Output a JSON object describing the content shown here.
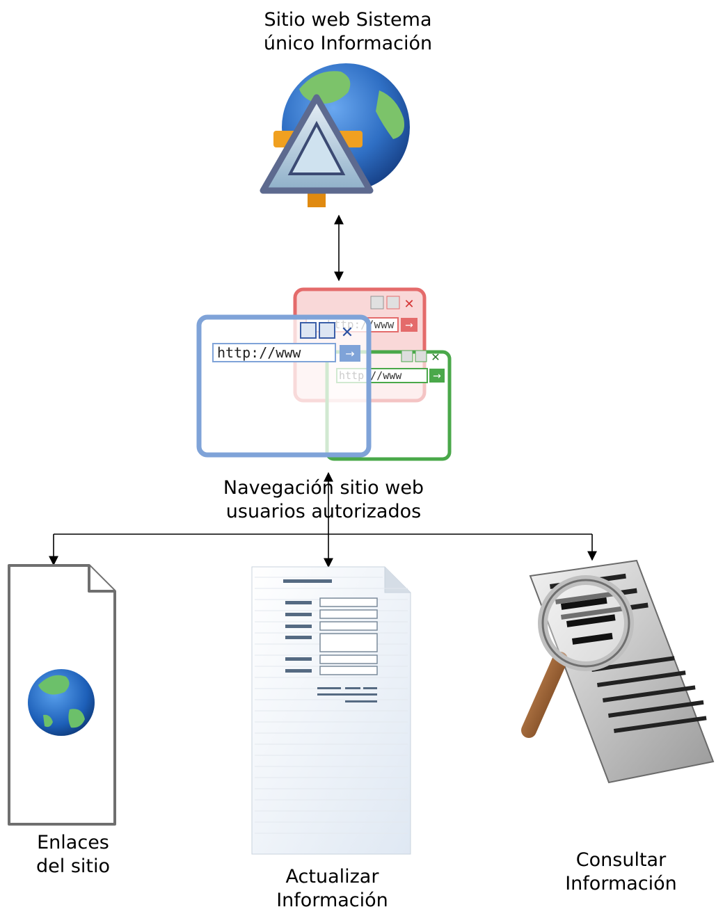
{
  "nodes": {
    "website": {
      "line1": "Sitio web Sistema",
      "line2": "único Información"
    },
    "navigation": {
      "line1": "Navegación sitio web",
      "line2": "usuarios autorizados"
    },
    "links": {
      "line1": "Enlaces",
      "line2": "del sitio"
    },
    "update": {
      "line1": "Actualizar",
      "line2": "Información"
    },
    "query": {
      "line1": "Consultar",
      "line2": "Información"
    }
  },
  "browser_windows": {
    "blue_url": "http://www",
    "red_url": "http://www",
    "green_url": "http://www"
  },
  "colors": {
    "globe_ocean": "#2f6fc4",
    "globe_land": "#7cc36a",
    "browser_blue": "#7fa3d8",
    "browser_red": "#e25b5b",
    "browser_green": "#4aa84a",
    "arrow": "#000000"
  }
}
